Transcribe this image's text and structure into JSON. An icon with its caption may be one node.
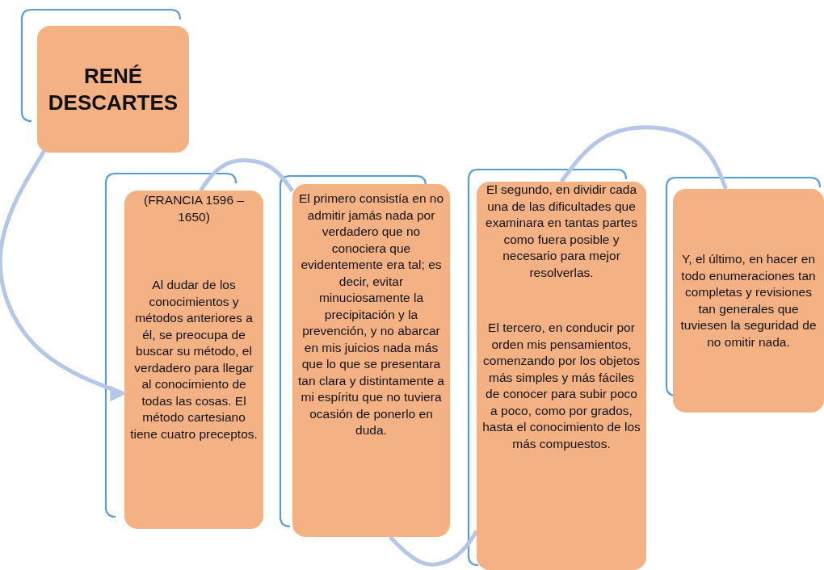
{
  "diagram": {
    "nodes": [
      {
        "text": [
          "RENÉ DESCARTES"
        ]
      },
      {
        "text": [
          "(FRANCIA 1596 – 1650)",
          "Al dudar de los conocimientos y métodos anteriores a él, se preocupa de buscar su método, el verdadero para llegar al conocimiento de todas las cosas. El método cartesiano tiene cuatro preceptos."
        ]
      },
      {
        "text": [
          "El primero consistía en no admitir jamás nada por verdadero que no conociera que evidentemente era tal; es decir, evitar minuciosamente la precipitación y la prevención, y no abarcar en mis juicios nada más que lo que se presentara tan clara y distintamente a mi espíritu que no tuviera ocasión de ponerlo en duda."
        ]
      },
      {
        "text": [
          "El segundo, en dividir cada una de las dificultades que examinara en tantas partes como fuera posible y necesario para mejor resolverlas.",
          "El tercero, en conducir por orden mis pensamientos, comenzando por los objetos más simples y más fáciles de conocer para subir poco a poco, como por grados, hasta el conocimiento de los más compuestos."
        ]
      },
      {
        "text": [
          "Y, el último, en hacer en todo enumeraciones tan completas y revisiones tan generales que tuviesen la seguridad de no omitir nada."
        ]
      }
    ],
    "edges": [
      {
        "from": 0,
        "to": 1,
        "arrow": "to"
      },
      {
        "from": 1,
        "to": 2,
        "arrow": "none"
      },
      {
        "from": 2,
        "to": 3,
        "arrow": "none"
      },
      {
        "from": 3,
        "to": 4,
        "arrow": "none"
      }
    ]
  }
}
